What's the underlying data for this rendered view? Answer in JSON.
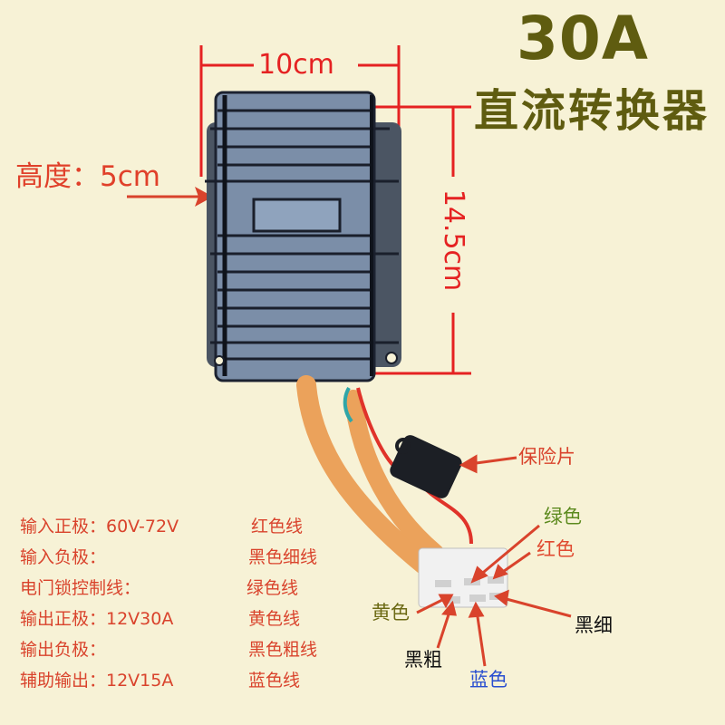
{
  "title": {
    "rating": "30A",
    "product": "直流转换器"
  },
  "dimensions": {
    "width": "10cm",
    "length": "14.5cm",
    "height_label": "高度：5cm"
  },
  "specs": [
    {
      "label": "输入正极：60V-72V",
      "wire": "红色线"
    },
    {
      "label": "输入负极：",
      "wire": "黑色细线"
    },
    {
      "label": "电门锁控制线：",
      "wire": "绿色线"
    },
    {
      "label": "输出正极：12V30A",
      "wire": "黄色线"
    },
    {
      "label": "输出负极：",
      "wire": "黑色粗线"
    },
    {
      "label": "辅助输出：12V15A",
      "wire": "蓝色线"
    }
  ],
  "callouts": {
    "fuse": "保险片",
    "green": "绿色",
    "red": "红色",
    "yellow": "黄色",
    "black_thin": "黑细",
    "black_thick": "黑粗",
    "blue": "蓝色"
  },
  "colors": {
    "background": "#f7f2d6",
    "title": "#5f5c10",
    "dimension_line": "#e52222",
    "spec_text": "#d9432c",
    "callout_green": "#5c8a1e",
    "callout_red": "#e04a30",
    "callout_yellow": "#6c6a14",
    "callout_black": "#111111",
    "callout_blue": "#2a4fd0"
  }
}
